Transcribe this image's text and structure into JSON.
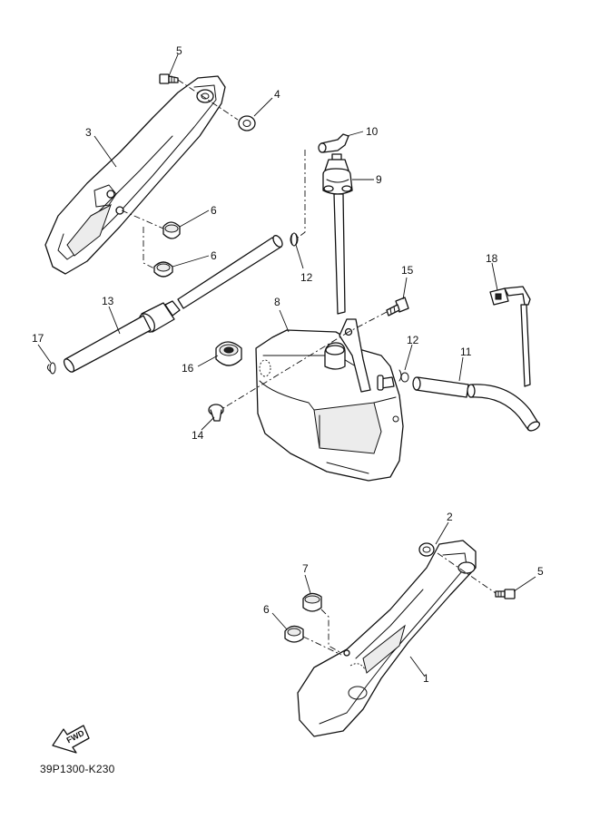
{
  "part_numbers": {
    "p1": "1",
    "p2": "2",
    "p3": "3",
    "p4": "4",
    "p5a": "5",
    "p5b": "5",
    "p6a": "6",
    "p6b": "6",
    "p6c": "6",
    "p7": "7",
    "p8": "8",
    "p9": "9",
    "p10": "10",
    "p11": "11",
    "p12a": "12",
    "p12b": "12",
    "p13": "13",
    "p14": "14",
    "p15": "15",
    "p16": "16",
    "p17": "17",
    "p18": "18"
  },
  "fwd_label": "FWD",
  "catalog_code": "39P1300-K230"
}
